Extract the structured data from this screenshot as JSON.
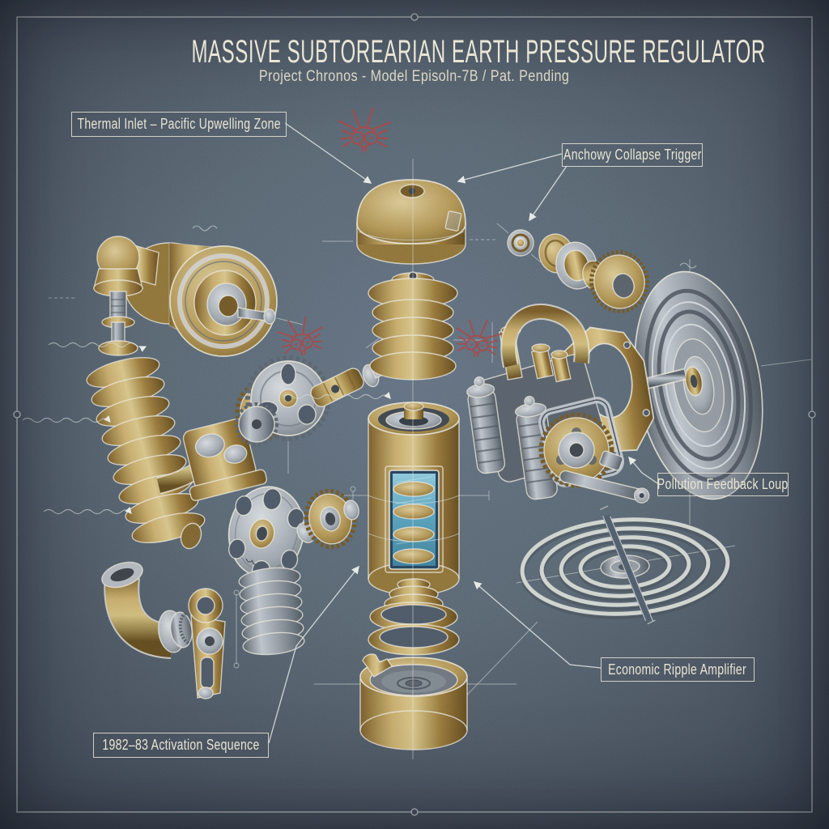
{
  "header": {
    "title": "MASSIVE SUBTOREARIAN EARTH PRESSURE REGULATOR",
    "subtitle": "Project Chronos - Model Episoln-7B / Pat. Pending"
  },
  "callouts": {
    "thermal_inlet": "Thermal Inlet – Pacific Upwelling Zone",
    "anchovy_trigger": "Anchowy Collapse Trigger",
    "pollution_loop": "Pollution Feedback Loup",
    "economic_amplifier": "Economic Ripple Amplifier",
    "activation_sequence": "1982–83 Activation Sequence"
  },
  "icons": {
    "red_stamp": {
      "name": "red-crab-stamp-icon",
      "count": 3,
      "color": "#a64343"
    }
  },
  "colors": {
    "background_center": "#5f6c7b",
    "background_edge": "#3a424e",
    "frame_line": "#c9cdd0",
    "label_text": "#e9e5d4",
    "brass": "#ad9052",
    "brass_dark": "#6e5627",
    "brass_light": "#d8c68e",
    "steel": "#a8afb7",
    "steel_dark": "#545c64",
    "glass_blue": "#6fb6cd",
    "outline": "#e9e6d9",
    "stamp_red": "#a64343"
  }
}
